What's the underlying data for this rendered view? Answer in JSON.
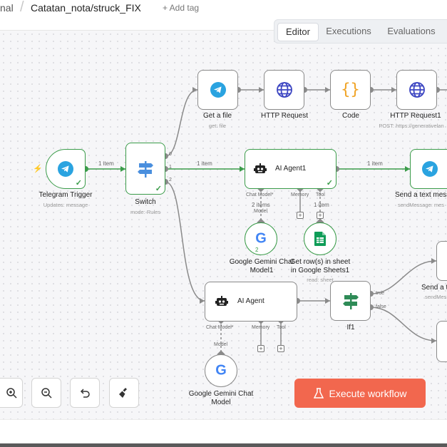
{
  "breadcrumb": {
    "parent": "nal",
    "separator": "/",
    "workflow": "Catatan_nota/struck_FIX",
    "add_tag": "+ Add tag"
  },
  "tabs": [
    {
      "label": "Editor",
      "active": true
    },
    {
      "label": "Executions"
    },
    {
      "label": "Evaluations"
    }
  ],
  "nodes": {
    "telegram_trigger": {
      "label": "Telegram Trigger",
      "sub": "Updates: message"
    },
    "switch": {
      "label": "Switch",
      "sub": "mode: Rules",
      "outputs": [
        "0",
        "1",
        "2"
      ]
    },
    "get_file": {
      "label": "Get a file",
      "sub": "get: file"
    },
    "http_request": {
      "label": "HTTP Request"
    },
    "code": {
      "label": "Code"
    },
    "http_request1": {
      "label": "HTTP Request1",
      "sub": "POST: https://generativelan"
    },
    "ai_agent1": {
      "label": "AI Agent1",
      "ports": [
        "Chat Model*",
        "Memory",
        "Tool"
      ]
    },
    "send_text": {
      "label": "Send a text mess",
      "sub": "sendMessage: mes"
    },
    "gemini_model1": {
      "label_line1": "Google Gemini Chat",
      "label_line2": "Model1",
      "badge": "2"
    },
    "sheets": {
      "label_line1": "Get row(s) in sheet",
      "label_line2": "in Google Sheets1",
      "sub": "read: sheet"
    },
    "ai_agent": {
      "label": "AI Agent",
      "ports": [
        "Chat Model*",
        "Memory",
        "Tool"
      ]
    },
    "if1": {
      "label": "If1",
      "outputs": [
        "true",
        "false"
      ]
    },
    "send_t": {
      "label": "Send a t",
      "sub": "sendMes"
    },
    "gemini_model": {
      "label_line1": "Google Gemini Chat",
      "label_line2": "Model"
    }
  },
  "edges": {
    "trigger_switch": "1 item",
    "switch_agent1": "1 item",
    "agent1_send": "1 item",
    "model1_items": "2 items",
    "model1_tag": "Model",
    "sheets_item": "1 item",
    "model_tag": "Model"
  },
  "controls": {
    "execute_label": "Execute workflow"
  },
  "colors": {
    "accent": "#f2674e",
    "success": "#3b9c4a",
    "telegram": "#2aa3e0",
    "http": "#3d46c2",
    "code": "#f0a427",
    "switch": "#4a8fde",
    "if": "#2e8b57"
  }
}
